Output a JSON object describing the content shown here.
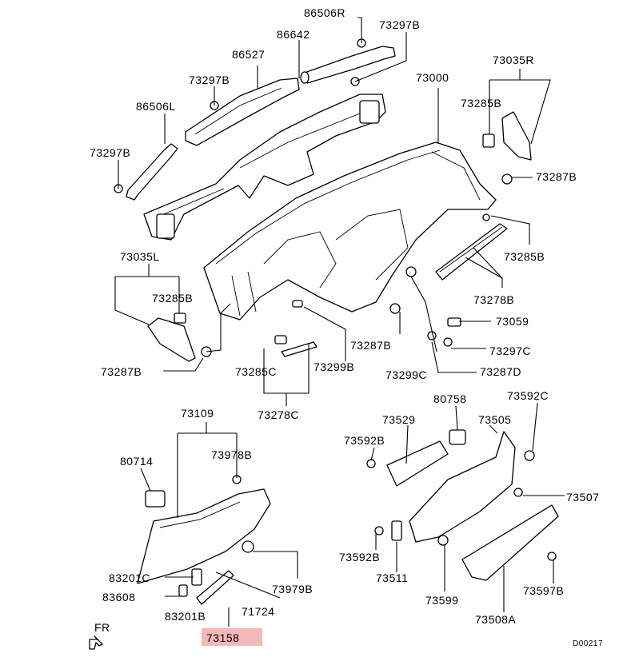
{
  "labels": {
    "p86506R": "86506R",
    "p73297B_top": "73297B",
    "p86642": "86642",
    "p86527": "86527",
    "p73035R": "73035R",
    "p73000": "73000",
    "p73297B_2": "73297B",
    "p86506L": "86506L",
    "p73285B_r": "73285B",
    "p73297B_l": "73297B",
    "p73287B_r": "73287B",
    "p73035L": "73035L",
    "p73285B_r2": "73285B",
    "p73285B_l": "73285B",
    "p73278B": "73278B",
    "p73059": "73059",
    "p73287B_c": "73287B",
    "p73297C": "73297C",
    "p73287B_l": "73287B",
    "p73285C": "73285C",
    "p73299B": "73299B",
    "p73299C": "73299C",
    "p73287D": "73287D",
    "p73278C": "73278C",
    "p73109": "73109",
    "p80758": "80758",
    "p73592C": "73592C",
    "p73529": "73529",
    "p73505": "73505",
    "p80714": "80714",
    "p73978B": "73978B",
    "p73592B_top": "73592B",
    "p73507": "73507",
    "p83201C": "83201C",
    "p73979B": "73979B",
    "p73592B_bot": "73592B",
    "p83608": "83608",
    "p73511": "73511",
    "p73597B": "73597B",
    "p83201B": "83201B",
    "p71724": "71724",
    "p73599": "73599",
    "p73508A": "73508A",
    "p73158": "73158",
    "fr": "FR",
    "drawing_code": "D00217"
  },
  "highlight_color": "#f4b8b8",
  "highlighted_part": "73158"
}
